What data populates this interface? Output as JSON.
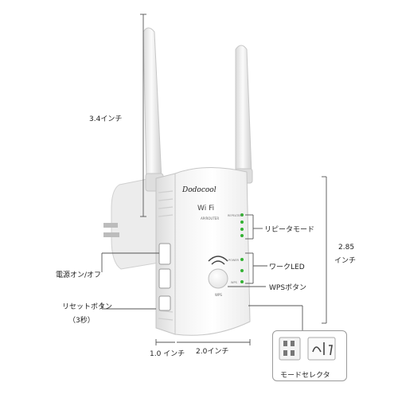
{
  "device": {
    "brand": "Dodocool",
    "logo_line": "Wi Fi",
    "model_line": "AP/ROUTER",
    "wps_label": "WPS",
    "led_labels": [
      "REPEATER",
      "POWER",
      "WPS"
    ],
    "led_color": "#33b233"
  },
  "annotations": {
    "antenna_height": "3.4インチ",
    "repeater_mode": "リピータモード",
    "device_height_value": "2.85",
    "device_height_unit": "インチ",
    "work_led": "ワークLED",
    "power_onoff": "電源オン/オフ",
    "wps_button": "WPSボタン",
    "reset_button": "リセットボタン",
    "reset_hold": "（3秒）",
    "depth": "1.0 インチ",
    "width": "2.0インチ",
    "mode_selector": "モードセレクタ"
  },
  "colors": {
    "body": "#f4f4f4",
    "body_shade": "#e3e3e3",
    "line": "#555555",
    "led": "#33b233"
  }
}
